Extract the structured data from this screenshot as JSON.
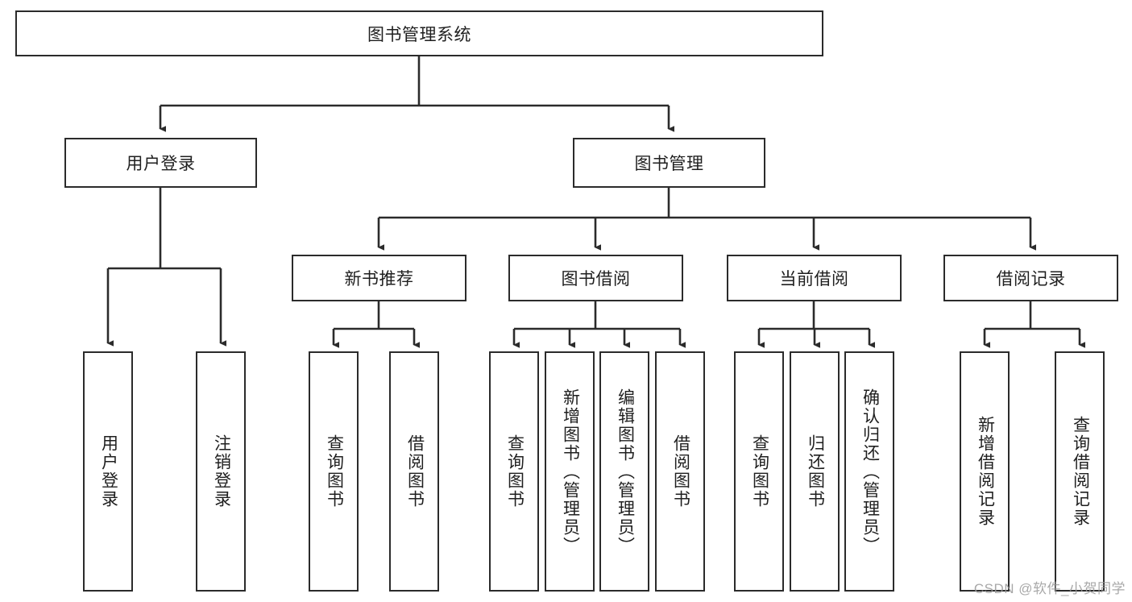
{
  "diagram": {
    "title": "图书管理系统",
    "type": "tree",
    "root": {
      "label": "图书管理系统"
    },
    "level2": [
      {
        "label": "用户登录"
      },
      {
        "label": "图书管理"
      }
    ],
    "level3": [
      {
        "label": "新书推荐"
      },
      {
        "label": "图书借阅"
      },
      {
        "label": "当前借阅"
      },
      {
        "label": "借阅记录"
      }
    ],
    "leaves": {
      "user_login": [
        {
          "label": "用户登录"
        },
        {
          "label": "注销登录"
        }
      ],
      "new_book_recommend": [
        {
          "label": "查询图书"
        },
        {
          "label": "借阅图书"
        }
      ],
      "book_borrow": [
        {
          "label": "查询图书"
        },
        {
          "label": "新增图书（管理员）"
        },
        {
          "label": "编辑图书（管理员）"
        },
        {
          "label": "借阅图书"
        }
      ],
      "current_borrow": [
        {
          "label": "查询图书"
        },
        {
          "label": "归还图书"
        },
        {
          "label": "确认归还（管理员）"
        }
      ],
      "borrow_record": [
        {
          "label": "新增借阅记录"
        },
        {
          "label": "查询借阅记录"
        }
      ]
    }
  },
  "watermark": {
    "text": "CSDN @软件_小贺同学"
  },
  "colors": {
    "border": "#2b2b2b",
    "text": "#1f1f1f",
    "background": "#ffffff",
    "watermark": "#9a9a9a"
  }
}
